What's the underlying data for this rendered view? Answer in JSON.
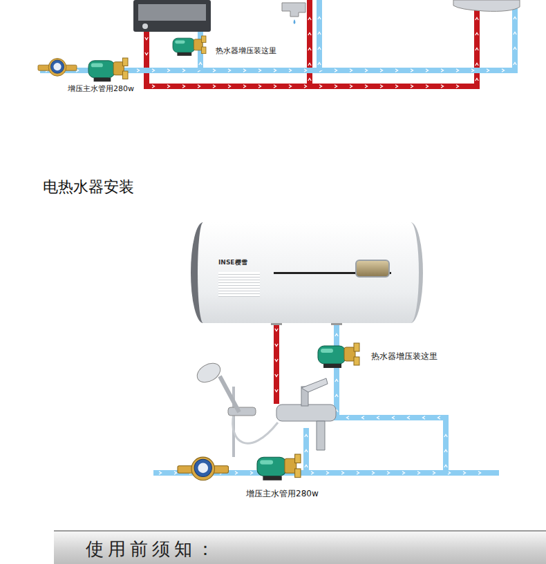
{
  "diagram": {
    "title": "电热水器安装",
    "nodes": [
      {
        "text": [
          "INSE樱雪"
        ]
      },
      {
        "text": [
          "使用前须知："
        ]
      }
    ],
    "labels": [
      "热水器增压装这里",
      "增压主水管用280w",
      "热水器增压装这里",
      "增压主水管用280w"
    ]
  }
}
